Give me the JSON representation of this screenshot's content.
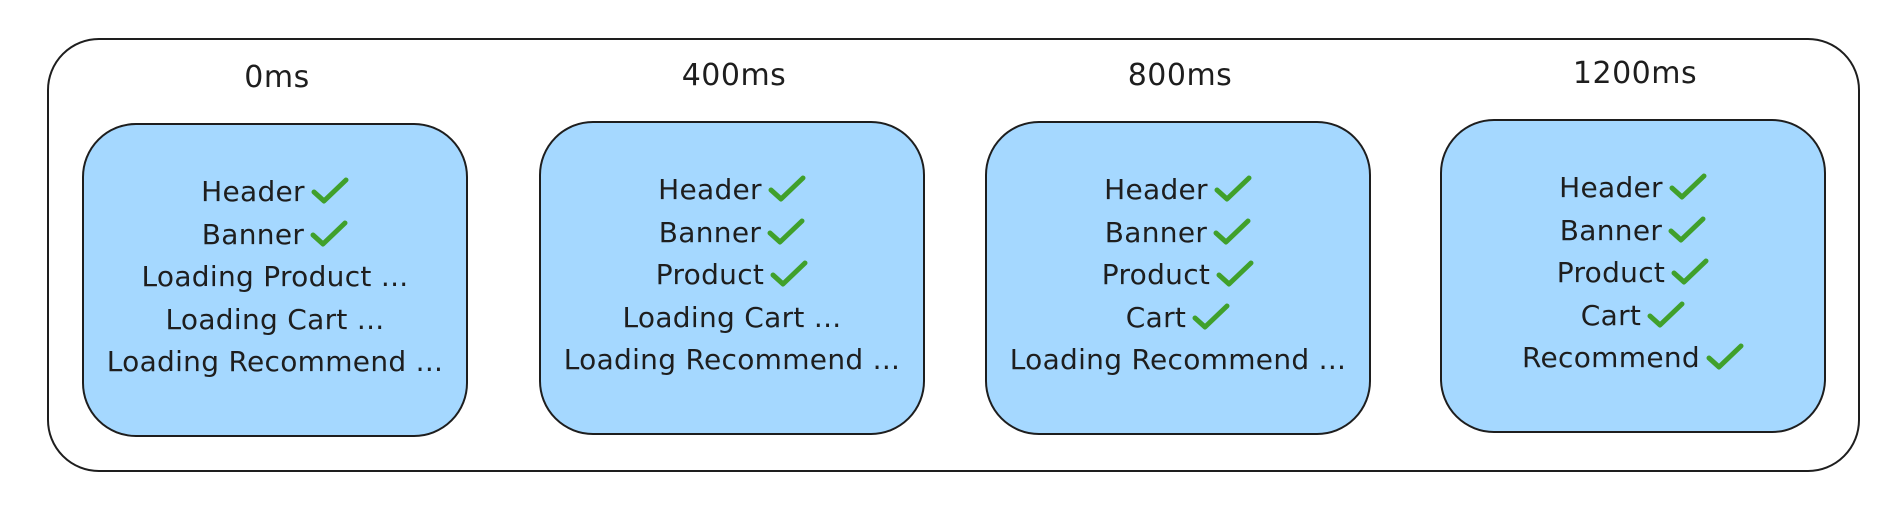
{
  "colors": {
    "card_fill": "#a5d8ff",
    "stroke": "#1e1e1e",
    "check": "#40a02b"
  },
  "stages": [
    {
      "time": "0ms",
      "items": [
        {
          "label": "Header",
          "done": true
        },
        {
          "label": "Banner",
          "done": true
        },
        {
          "label": "Loading Product ...",
          "done": false
        },
        {
          "label": "Loading Cart ...",
          "done": false
        },
        {
          "label": "Loading Recommend ...",
          "done": false
        }
      ]
    },
    {
      "time": "400ms",
      "items": [
        {
          "label": "Header",
          "done": true
        },
        {
          "label": "Banner",
          "done": true
        },
        {
          "label": "Product",
          "done": true
        },
        {
          "label": "Loading Cart ...",
          "done": false
        },
        {
          "label": "Loading Recommend ...",
          "done": false
        }
      ]
    },
    {
      "time": "800ms",
      "items": [
        {
          "label": "Header",
          "done": true
        },
        {
          "label": "Banner",
          "done": true
        },
        {
          "label": "Product",
          "done": true
        },
        {
          "label": "Cart",
          "done": true
        },
        {
          "label": "Loading Recommend ...",
          "done": false
        }
      ]
    },
    {
      "time": "1200ms",
      "items": [
        {
          "label": "Header",
          "done": true
        },
        {
          "label": "Banner",
          "done": true
        },
        {
          "label": "Product",
          "done": true
        },
        {
          "label": "Cart",
          "done": true
        },
        {
          "label": "Recommend",
          "done": true
        }
      ]
    }
  ]
}
